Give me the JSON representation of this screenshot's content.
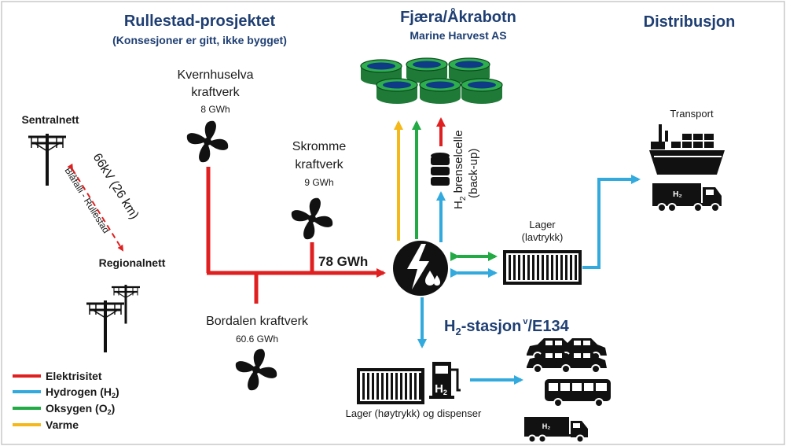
{
  "headers": {
    "project_title": "Rullestad-prosjektet",
    "project_subtitle": "(Konsesjoner er gitt, ikke bygget)",
    "site_title": "Fjæra/Åkrabotn",
    "site_subtitle": "Marine Harvest AS",
    "distribution_title": "Distribusjon"
  },
  "grid": {
    "central": "Sentralnett",
    "regional": "Regionalnett",
    "line_voltage": "66kV (26 km)",
    "line_route": "Blåfalli - Rullestad"
  },
  "plants": {
    "kvernhuselva_line1": "Kvernhuselva",
    "kvernhuselva_line2": "kraftverk",
    "kvernhuselva_energy": "8 GWh",
    "skromme_line1": "Skromme",
    "skromme_line2": "kraftverk",
    "skromme_energy": "9 GWh",
    "bordalen_name": "Bordalen kraftverk",
    "bordalen_energy": "60.6 GWh",
    "total_energy": "78 GWh"
  },
  "fuel_cell": {
    "line1_prefix": "H",
    "line1_sub": "2",
    "line1_rest": " brenselcelle",
    "line2": "(back-up)"
  },
  "storage": {
    "low_pressure_line1": "Lager",
    "low_pressure_line2": "(lavtrykk)",
    "high_pressure": "Lager (høytrykk) og dispenser",
    "dispenser_label_main": "H",
    "dispenser_label_sub": "2"
  },
  "station": {
    "prefix": "H",
    "sub": "2",
    "rest": "-stasjon",
    "sup": "v",
    "road": "/E134"
  },
  "transport": {
    "label": "Transport",
    "truck_label": "H₂",
    "small_truck_label": "H₂"
  },
  "legend": [
    {
      "label": "Elektrisitet",
      "color": "#e02020"
    },
    {
      "label_prefix": "Hydrogen (H",
      "sub": "2",
      "label_suffix": ")",
      "color": "#33aadd"
    },
    {
      "label_prefix": "Oksygen (O",
      "sub": "2",
      "label_suffix": ")",
      "color": "#22aa44"
    },
    {
      "label": "Varme",
      "color": "#f5b81b"
    }
  ],
  "colors": {
    "electricity": "#e02020",
    "hydrogen": "#33aadd",
    "oxygen": "#22aa44",
    "heat": "#f5b81b",
    "header": "#1f3f73",
    "fish_tank": "#1f8a3c"
  }
}
